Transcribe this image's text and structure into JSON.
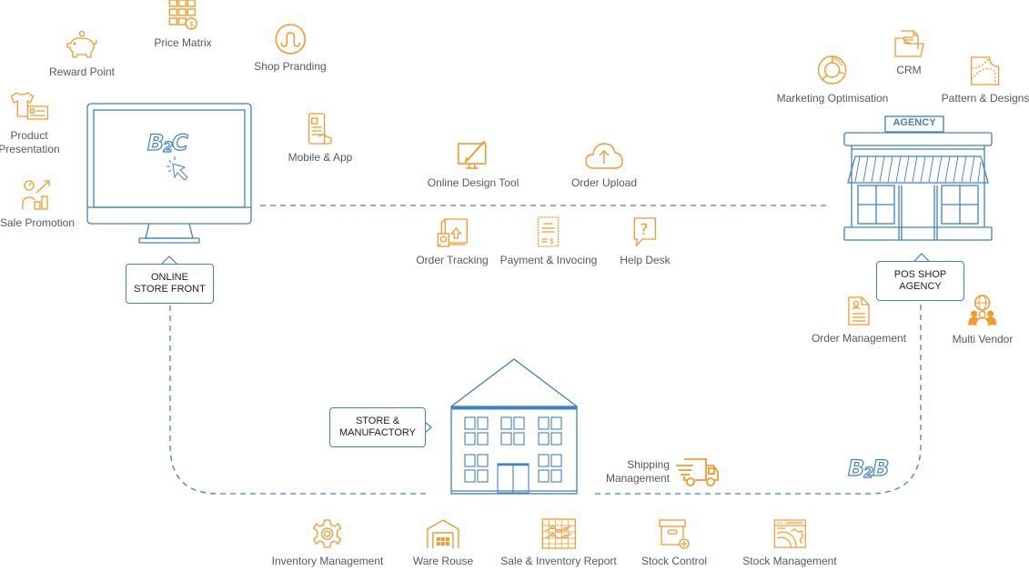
{
  "colors": {
    "accent_orange": "#f29a2e",
    "line_blue": "#3f82c0",
    "label_gray": "#555a5e"
  },
  "b2c": {
    "label_main": "B",
    "label_sub": "2",
    "label_end": "C"
  },
  "b2b": {
    "label_main": "B",
    "label_sub": "2",
    "label_end": "B"
  },
  "nodes": {
    "online_store": "ONLINE\nSTORE FRONT",
    "pos_shop": "POS SHOP\nAGENCY",
    "store_manufactory": "STORE &\nMANUFACTORY",
    "agency_sign": "AGENCY"
  },
  "b2c_features": [
    {
      "label": "Price Matrix",
      "icon": "price-matrix-icon"
    },
    {
      "label": "Reward Point",
      "icon": "piggy-bank-icon"
    },
    {
      "label": "Shop Pranding",
      "icon": "stumbleupon-icon"
    },
    {
      "label": "Product\nPresentation",
      "icon": "tshirt-card-icon"
    },
    {
      "label": "Sale Promotion",
      "icon": "sale-growth-icon"
    },
    {
      "label": "Mobile & App",
      "icon": "mobile-app-icon"
    }
  ],
  "center_features": [
    {
      "label": "Online Design Tool",
      "icon": "design-monitor-icon"
    },
    {
      "label": "Order Upload",
      "icon": "cloud-upload-icon"
    },
    {
      "label": "Order Tracking",
      "icon": "order-tracking-icon"
    },
    {
      "label": "Payment & Invocing",
      "icon": "invoice-icon"
    },
    {
      "label": "Help Desk",
      "icon": "help-desk-icon"
    }
  ],
  "b2b_features": [
    {
      "label": "Marketing Optimisation",
      "icon": "donut-chart-icon"
    },
    {
      "label": "CRM",
      "icon": "folder-icon"
    },
    {
      "label": "Pattern & Designs",
      "icon": "pattern-icon"
    },
    {
      "label": "Order Management",
      "icon": "order-document-icon"
    },
    {
      "label": "Multi Vendor",
      "icon": "multi-vendor-icon"
    }
  ],
  "shipping": {
    "label": "Shipping\nManagement",
    "icon": "truck-icon"
  },
  "bottom_features": [
    {
      "label": "Inventory  Management",
      "icon": "gear-icon"
    },
    {
      "label": "Ware Rouse",
      "icon": "warehouse-icon"
    },
    {
      "label": "Sale & Inventory Report",
      "icon": "report-chart-icon"
    },
    {
      "label": "Stock Control",
      "icon": "stock-box-icon"
    },
    {
      "label": "Stock Management",
      "icon": "stock-window-icon"
    }
  ]
}
